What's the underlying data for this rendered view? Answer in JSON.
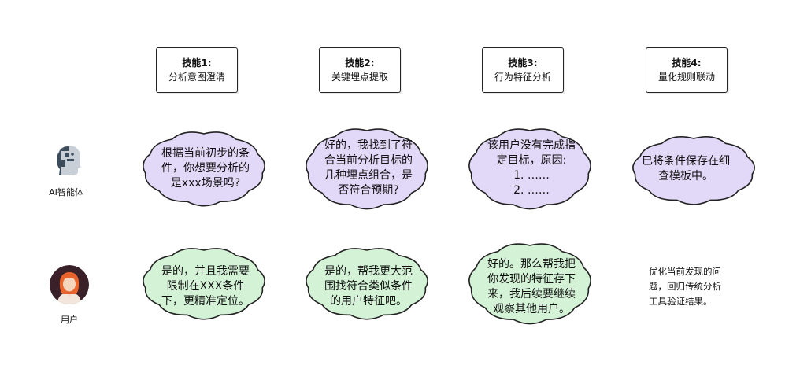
{
  "skills": [
    {
      "title": "技能1:",
      "name": "分析意图澄清"
    },
    {
      "title": "技能2:",
      "name": "关键埋点提取"
    },
    {
      "title": "技能3:",
      "name": "行为特征分析"
    },
    {
      "title": "技能4:",
      "name": "量化规则联动"
    }
  ],
  "agent": {
    "label": "AI智能体",
    "icon": "robot-head-icon",
    "messages": [
      {
        "lines": [
          "根据当前初步的条",
          "件，你想要分析的",
          "是xxx场景吗?"
        ]
      },
      {
        "lines": [
          "好的，我找到了符",
          "合当前分析目标的",
          "几种埋点组合，是",
          "否符合预期?"
        ]
      },
      {
        "lines": [
          "该用户没有完成指",
          "定目标，原因:",
          "1. ……",
          "2. ……"
        ]
      },
      {
        "lines": [
          "已将条件保存在细",
          "查模板中。"
        ]
      }
    ]
  },
  "user": {
    "label": "用户",
    "icon": "user-avatar-icon",
    "messages": [
      {
        "lines": [
          "是的，并且我需要",
          "限制在XXX条件",
          "下，更精准定位。"
        ]
      },
      {
        "lines": [
          "是的，帮我更大范",
          "围找符合类似条件",
          "的用户特征吧。"
        ]
      },
      {
        "lines": [
          "好的。那么帮我把",
          "你发现的特征存下",
          "来，我后续要继续",
          "观察其他用户。"
        ]
      }
    ],
    "note_lines": [
      "优化当前发现的问",
      "题，回归传统分析",
      "工具验证结果。"
    ]
  },
  "colors": {
    "agent_bubble": "#e2d8f7",
    "user_bubble": "#d3f2d6",
    "outline": "#222222",
    "robot_dark": "#3c4c5a",
    "robot_light": "#c9cfd6",
    "avatar_bg": "#3a2028",
    "avatar_hair": "#e8642c",
    "avatar_skin": "#f6d5bf"
  }
}
